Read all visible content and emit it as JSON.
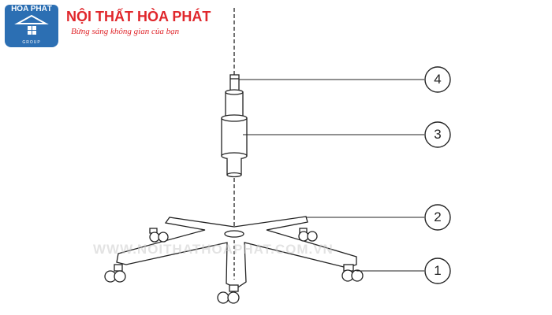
{
  "logo": {
    "badge_text": "HÒA PHÁT",
    "badge_subtext": "GROUP",
    "brand_name": "NỘI THẤT HÒA PHÁT",
    "slogan": "Bừng sáng không gian của bạn"
  },
  "watermark": "WWW.NOITHATHOAPHAT.COM.VN",
  "callouts": [
    {
      "label": "4"
    },
    {
      "label": "3"
    },
    {
      "label": "2"
    },
    {
      "label": "1"
    }
  ],
  "colors": {
    "brand_red": "#e0272c",
    "brand_blue": "#2c6fb3",
    "line": "#222222"
  }
}
